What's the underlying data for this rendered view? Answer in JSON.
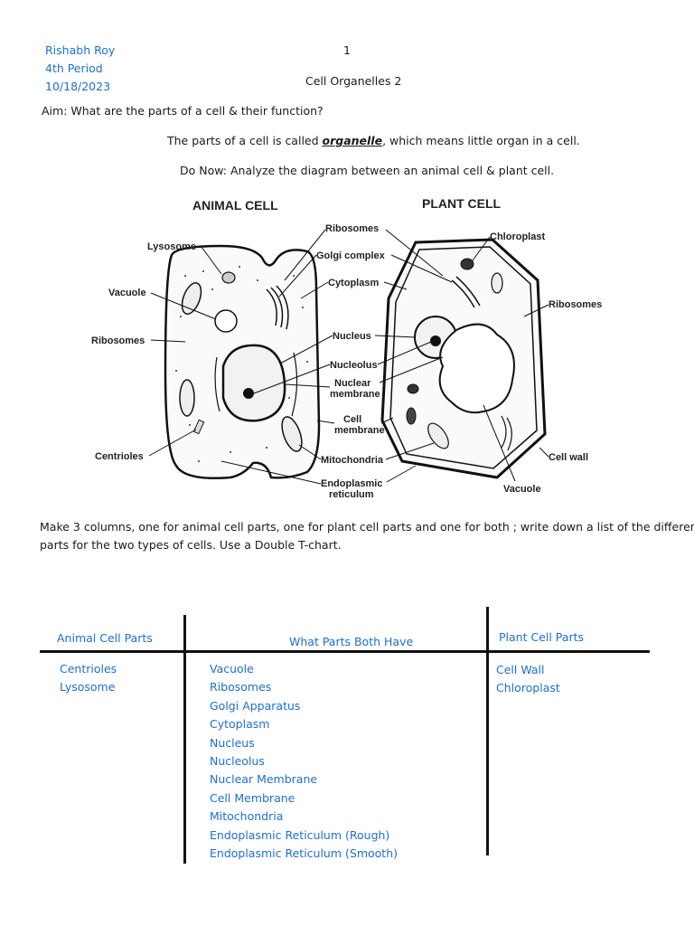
{
  "header": {
    "name": "Rishabh Roy",
    "period": "4th Period",
    "date": "10/18/2023",
    "page_number": "1",
    "title": "Cell Organelles 2"
  },
  "aim": "Aim: What are the parts of a cell & their function?",
  "definition": {
    "prefix": "The parts of a cell is called ",
    "term": "organelle",
    "suffix": ", which means little organ in a cell."
  },
  "do_now": "Do Now: Analyze the diagram between an animal cell & plant cell.",
  "diagram": {
    "animal_title": "ANIMAL CELL",
    "plant_title": "PLANT CELL",
    "animal_left_labels": [
      "Lysosome",
      "Vacuole",
      "Ribosomes",
      "Centrioles"
    ],
    "center_labels": [
      "Ribosomes",
      "Golgi complex",
      "Cytoplasm",
      "Nucleus",
      "Nucleolus",
      "Nuclear",
      "membrane",
      "Cell",
      "membrane",
      "Mitochondria",
      "Endoplasmic",
      "reticulum"
    ],
    "plant_right_labels": [
      "Chloroplast",
      "Ribosomes",
      "Cell wall",
      "Vacuole"
    ]
  },
  "instructions": {
    "line1": " Make 3 columns, one for animal cell parts, one for plant cell parts and one for both ; write down a list of the different",
    "line2": "parts for the two types of cells. Use a Double T-chart."
  },
  "tchart": {
    "animal_header": "Animal Cell Parts",
    "both_header": "What Parts Both Have",
    "plant_header": "Plant Cell Parts",
    "animal_items": [
      "Centrioles",
      "Lysosome"
    ],
    "both_items": [
      "Vacuole",
      "Ribosomes",
      "Golgi Apparatus",
      "Cytoplasm",
      "Nucleus",
      "Nucleolus",
      "Nuclear Membrane",
      "Cell Membrane",
      "Mitochondria",
      "Endoplasmic Reticulum (Rough)",
      "Endoplasmic Reticulum (Smooth)"
    ],
    "plant_items": [
      "Cell Wall",
      "Chloroplast"
    ]
  }
}
